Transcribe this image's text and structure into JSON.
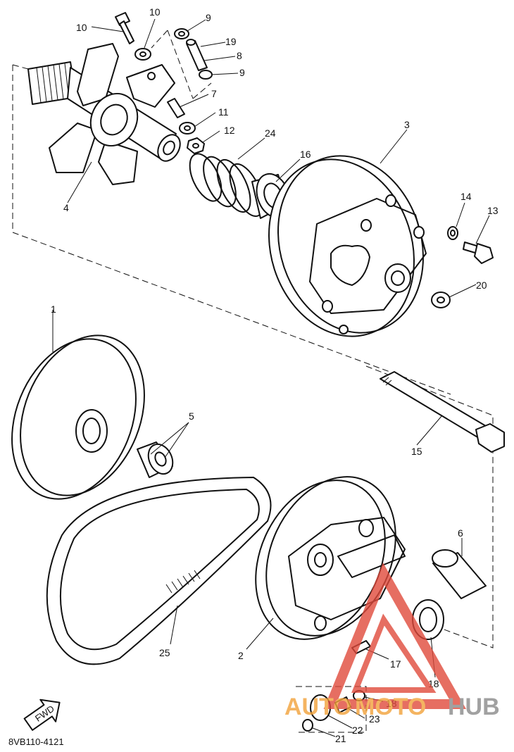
{
  "diagram": {
    "callouts": [
      {
        "id": "c1",
        "text": "1"
      },
      {
        "id": "c2",
        "text": "2"
      },
      {
        "id": "c3",
        "text": "3"
      },
      {
        "id": "c4",
        "text": "4"
      },
      {
        "id": "c5",
        "text": "5"
      },
      {
        "id": "c6",
        "text": "6"
      },
      {
        "id": "c7",
        "text": "7"
      },
      {
        "id": "c8",
        "text": "8"
      },
      {
        "id": "c9a",
        "text": "9"
      },
      {
        "id": "c9b",
        "text": "9"
      },
      {
        "id": "c10a",
        "text": "10"
      },
      {
        "id": "c10b",
        "text": "10"
      },
      {
        "id": "c11",
        "text": "11"
      },
      {
        "id": "c12",
        "text": "12"
      },
      {
        "id": "c13",
        "text": "13"
      },
      {
        "id": "c14",
        "text": "14"
      },
      {
        "id": "c15",
        "text": "15"
      },
      {
        "id": "c16",
        "text": "16"
      },
      {
        "id": "c17",
        "text": "17"
      },
      {
        "id": "c18a",
        "text": "18"
      },
      {
        "id": "c18b",
        "text": "18"
      },
      {
        "id": "c19",
        "text": "19"
      },
      {
        "id": "c20",
        "text": "20"
      },
      {
        "id": "c21",
        "text": "21"
      },
      {
        "id": "c22",
        "text": "22"
      },
      {
        "id": "c23",
        "text": "23"
      },
      {
        "id": "c24",
        "text": "24"
      },
      {
        "id": "c25",
        "text": "25"
      }
    ],
    "diagram_code": "8VB110-4121",
    "fwd_label": "FWD"
  },
  "watermark": {
    "text_auto": "AUTO",
    "text_moto": "MOTO",
    "text_hub": "HUB",
    "color_red": "#e04a3c",
    "color_orange": "#f2a23a",
    "color_gray": "#8a8a8a"
  }
}
